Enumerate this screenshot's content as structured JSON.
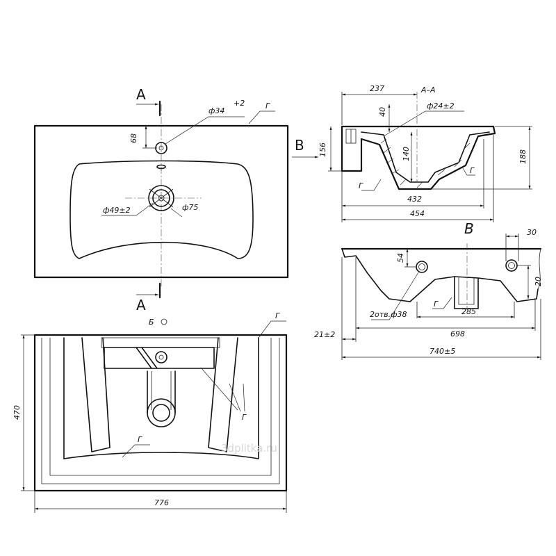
{
  "labels": {
    "section_a_top": "A",
    "section_a_bottom": "A",
    "view_b_arrow": "B",
    "view_b_title": "B",
    "section_aa_title": "A–A",
    "view_bottom_title": "Б",
    "marker_g": "Г"
  },
  "dims": {
    "faucet_hole": "ф34",
    "faucet_hole_tol": "+2",
    "faucet_offset": "68",
    "drain_dia": "ф49±2",
    "drain_outer": "ф75",
    "section_237": "237",
    "section_40": "40",
    "overflow_dia": "ф24±2",
    "height_156": "156",
    "depth_140": "140",
    "height_188": "188",
    "bowl_432": "432",
    "overall_454": "454",
    "rim_30": "30",
    "hole_54": "54",
    "rim_20": "20",
    "holes_note": "2отв.ф38",
    "span_285": "285",
    "span_698": "698",
    "edge_21": "21±2",
    "overall_740": "740±5",
    "height_470": "470",
    "width_776": "776"
  },
  "watermark": "3dplitka.ru"
}
